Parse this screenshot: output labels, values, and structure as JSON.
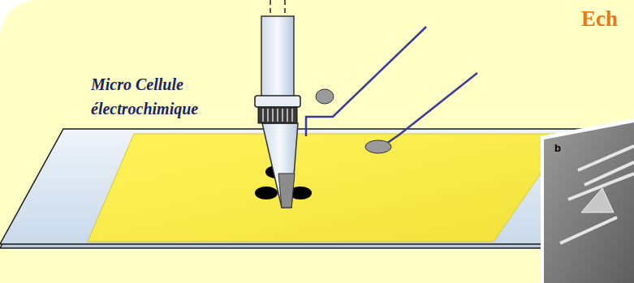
{
  "diagram": {
    "title": "Ech",
    "labels": [
      "Micro Cellule électrochimique",
      "b"
    ]
  }
}
